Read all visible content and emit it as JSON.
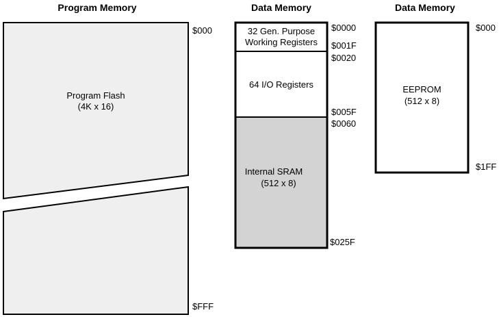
{
  "colors": {
    "flash_fill": "#efefef",
    "sram_fill": "#d3d3d3",
    "plain_fill": "#ffffff",
    "border": "#000000"
  },
  "program_memory": {
    "heading": "Program Memory",
    "flash_name": "Program Flash",
    "flash_size": "(4K x 16)",
    "start_address": "$000",
    "end_address": "$FFF"
  },
  "data_memory": {
    "heading": "Data Memory",
    "regions": [
      {
        "name_line1": "32 Gen. Purpose",
        "name_line2": "Working Registers",
        "start_address": "$0000",
        "end_address": "$001F"
      },
      {
        "name_line1": "64 I/O Registers",
        "start_address": "$0020",
        "end_address": "$005F"
      },
      {
        "name_line1": "Internal SRAM",
        "name_line2": "(512 x 8)",
        "start_address": "$0060",
        "end_address": "$025F"
      }
    ]
  },
  "eeprom_memory": {
    "heading": "Data Memory",
    "name": "EEPROM",
    "size": "(512 x 8)",
    "start_address": "$000",
    "end_address": "$1FF"
  }
}
